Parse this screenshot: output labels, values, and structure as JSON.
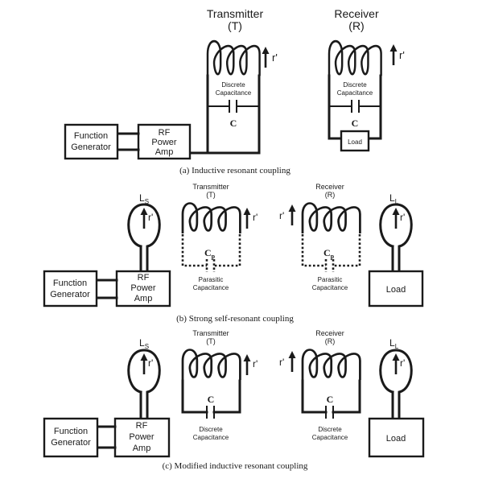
{
  "panel_a": {
    "transmitter_label": [
      "Transmitter",
      "(T)"
    ],
    "receiver_label": [
      "Receiver",
      "(R)"
    ],
    "r_prime": "r'",
    "discrete_capacitance": [
      "Discrete",
      "Capacitance"
    ],
    "cap_symbol": "C",
    "function_generator": [
      "Function",
      "Generator"
    ],
    "rf_power_amp": [
      "RF",
      "Power",
      "Amp"
    ],
    "load": "Load",
    "caption": "(a)  Inductive resonant coupling"
  },
  "panel_b": {
    "transmitter_label": [
      "Transmitter",
      "(T)"
    ],
    "receiver_label": [
      "Receiver",
      "(R)"
    ],
    "r_prime": "r'",
    "ls_main": "L",
    "ls_sub": "S",
    "ll_main": "L",
    "ll_sub": "L",
    "cp_main": "C",
    "cp_sub": "p",
    "parasitic_capacitance": [
      "Parasitic",
      "Capacitance"
    ],
    "function_generator": [
      "Function",
      "Generator"
    ],
    "rf_power_amp": [
      "RF",
      "Power",
      "Amp"
    ],
    "load": "Load",
    "caption": "(b)  Strong self-resonant coupling"
  },
  "panel_c": {
    "transmitter_label": [
      "Transmitter",
      "(T)"
    ],
    "receiver_label": [
      "Receiver",
      "(R)"
    ],
    "r_prime": "r'",
    "ls_main": "L",
    "ls_sub": "S",
    "ll_main": "L",
    "ll_sub": "L",
    "cap_symbol": "C",
    "discrete_capacitance": [
      "Discrete",
      "Capacitance"
    ],
    "function_generator": [
      "Function",
      "Generator"
    ],
    "rf_power_amp": [
      "RF",
      "Power",
      "Amp"
    ],
    "load": "Load",
    "caption": "(c)  Modified inductive resonant coupling"
  }
}
